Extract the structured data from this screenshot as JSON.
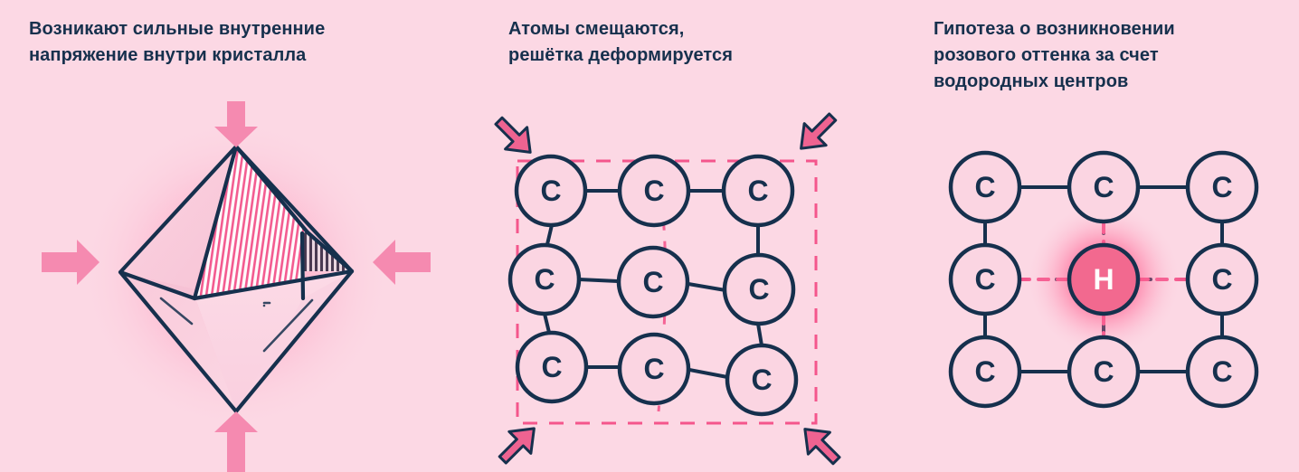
{
  "theme": {
    "background": "#fcd8e4",
    "panel_background": "#fbd5e2",
    "ink": "#16304d",
    "accent_pink": "#ee6391",
    "soft_pink": "#f58ab0",
    "hydrogen_pink": "#f2698f",
    "atom_fill": "#fbd5e2",
    "dashed_pink": "#f4568c",
    "glow_pink": "#ff5f92"
  },
  "panels": [
    {
      "id": "stress",
      "title": "Возникают сильные внутренние\nнапряжение внутри кристалла",
      "figure": "crystal-octahedron",
      "arrows": [
        {
          "name": "arrow-top",
          "direction": "down"
        },
        {
          "name": "arrow-bottom",
          "direction": "up"
        },
        {
          "name": "arrow-left",
          "direction": "right"
        },
        {
          "name": "arrow-right",
          "direction": "left"
        }
      ]
    },
    {
      "id": "deformation",
      "title": "Атомы смещаются,\nрешётка деформируется",
      "figure": "deformed-lattice",
      "boundary": "dashed-rectangle",
      "atoms": [
        {
          "label": "C",
          "row": 0,
          "col": 0
        },
        {
          "label": "C",
          "row": 0,
          "col": 1
        },
        {
          "label": "C",
          "row": 0,
          "col": 2
        },
        {
          "label": "C",
          "row": 1,
          "col": 0
        },
        {
          "label": "C",
          "row": 1,
          "col": 1
        },
        {
          "label": "C",
          "row": 1,
          "col": 2
        },
        {
          "label": "C",
          "row": 2,
          "col": 0
        },
        {
          "label": "C",
          "row": 2,
          "col": 1
        },
        {
          "label": "C",
          "row": 2,
          "col": 2
        }
      ],
      "arrows": [
        {
          "name": "arrow-top-left",
          "direction": "down-right"
        },
        {
          "name": "arrow-top-right",
          "direction": "down-left"
        },
        {
          "name": "arrow-bottom-left",
          "direction": "up-right"
        },
        {
          "name": "arrow-bottom-right",
          "direction": "up-left"
        }
      ]
    },
    {
      "id": "hydrogen",
      "title": "Гипотеза о возникновении\nрозового оттенка за счет\nводородных центров",
      "figure": "hydrogen-center-lattice",
      "atoms": [
        {
          "label": "C",
          "row": 0,
          "col": 0
        },
        {
          "label": "C",
          "row": 0,
          "col": 1
        },
        {
          "label": "C",
          "row": 0,
          "col": 2
        },
        {
          "label": "C",
          "row": 1,
          "col": 0
        },
        {
          "label": "H",
          "row": 1,
          "col": 1,
          "highlight": true
        },
        {
          "label": "C",
          "row": 1,
          "col": 2
        },
        {
          "label": "C",
          "row": 2,
          "col": 0
        },
        {
          "label": "C",
          "row": 2,
          "col": 1
        },
        {
          "label": "C",
          "row": 2,
          "col": 2
        }
      ]
    }
  ],
  "labels": {
    "carbon": "C",
    "hydrogen": "H"
  }
}
